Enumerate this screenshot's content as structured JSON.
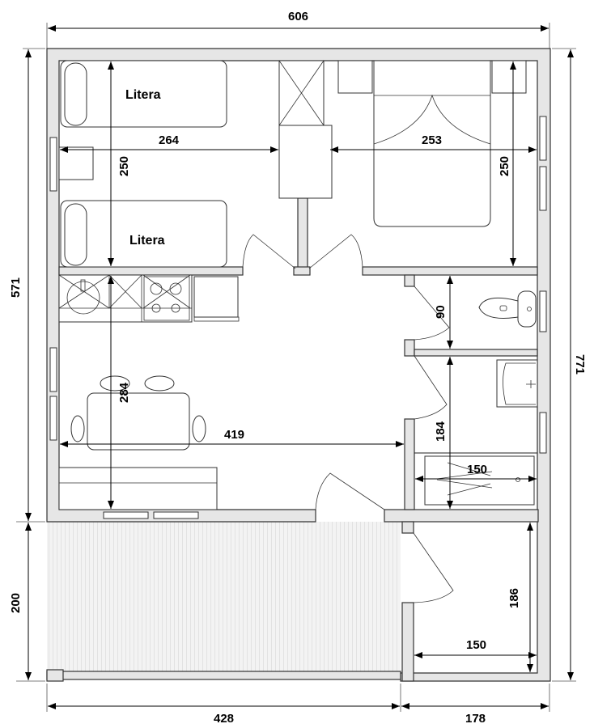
{
  "plan": {
    "rooms": {
      "bunk_1_label": "Litera",
      "bunk_2_label": "Litera"
    },
    "dimensions": {
      "total_width": "606",
      "main_height": "571",
      "terrace_height": "200",
      "total_height": "771",
      "terrace_width": "428",
      "storage_width": "178",
      "bunk_room_width": "264",
      "bunk_room_height": "250",
      "bedroom_width": "253",
      "bedroom_height": "250",
      "wc_height": "90",
      "living_height": "284",
      "living_width": "419",
      "bathroom_height": "184",
      "shower_width": "150",
      "storage_height": "186",
      "storage_inner_width": "150"
    },
    "colors": {
      "wall_fill": "#e6e6e6",
      "line": "#222222",
      "terrace_fill": "#f2f2f2"
    }
  }
}
